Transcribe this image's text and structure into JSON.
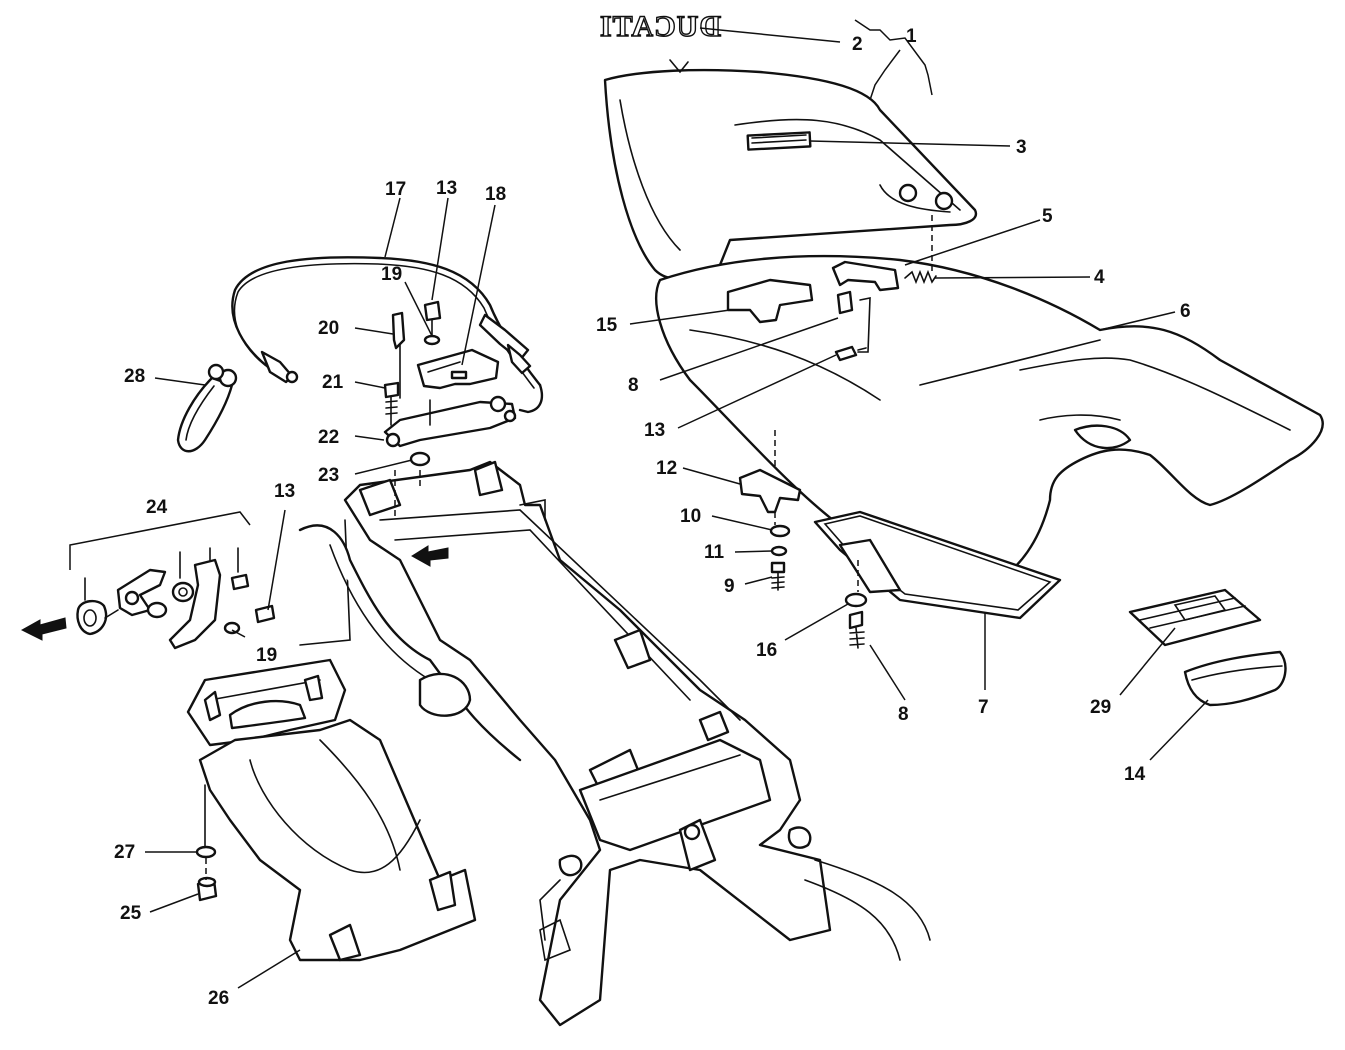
{
  "diagram": {
    "logo_text": "DUCATI",
    "callouts": [
      {
        "id": "c1",
        "label": "1"
      },
      {
        "id": "c2",
        "label": "2"
      },
      {
        "id": "c3",
        "label": "3"
      },
      {
        "id": "c4",
        "label": "4"
      },
      {
        "id": "c5",
        "label": "5"
      },
      {
        "id": "c6",
        "label": "6"
      },
      {
        "id": "c7",
        "label": "7"
      },
      {
        "id": "c8a",
        "label": "8"
      },
      {
        "id": "c8b",
        "label": "8"
      },
      {
        "id": "c9",
        "label": "9"
      },
      {
        "id": "c10",
        "label": "10"
      },
      {
        "id": "c11",
        "label": "11"
      },
      {
        "id": "c12",
        "label": "12"
      },
      {
        "id": "c13a",
        "label": "13"
      },
      {
        "id": "c13b",
        "label": "13"
      },
      {
        "id": "c13c",
        "label": "13"
      },
      {
        "id": "c14",
        "label": "14"
      },
      {
        "id": "c15",
        "label": "15"
      },
      {
        "id": "c16",
        "label": "16"
      },
      {
        "id": "c17",
        "label": "17"
      },
      {
        "id": "c18",
        "label": "18"
      },
      {
        "id": "c19a",
        "label": "19"
      },
      {
        "id": "c19b",
        "label": "19"
      },
      {
        "id": "c20",
        "label": "20"
      },
      {
        "id": "c21",
        "label": "21"
      },
      {
        "id": "c22",
        "label": "22"
      },
      {
        "id": "c23",
        "label": "23"
      },
      {
        "id": "c24",
        "label": "24"
      },
      {
        "id": "c25",
        "label": "25"
      },
      {
        "id": "c26",
        "label": "26"
      },
      {
        "id": "c27",
        "label": "27"
      },
      {
        "id": "c28",
        "label": "28"
      },
      {
        "id": "c29",
        "label": "29"
      }
    ]
  }
}
